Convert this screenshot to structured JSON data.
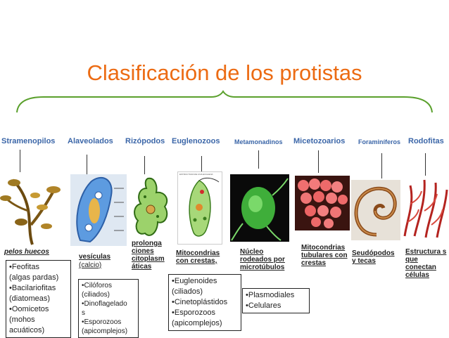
{
  "title": "Clasificación de los protistas",
  "groups": [
    {
      "name": "Stramenopilos"
    },
    {
      "name": "Alaveolados"
    },
    {
      "name": "Rizópodos"
    },
    {
      "name": "Euglenozoos"
    },
    {
      "name": "Metamonadinos"
    },
    {
      "name": "Micetozoarios"
    },
    {
      "name": "Foraminíferos"
    },
    {
      "name": "Rodofitas"
    }
  ],
  "image_caption": "ESTRUCTURA DE UNA EUGLENA",
  "labels": {
    "stramenopilos": "pelos huecos",
    "alaveolados_1": "vesículas",
    "alaveolados_2": "(calcio)",
    "rizopodos": "prolonga ciones citoplasm áticas",
    "euglenozoos": "Mitocondrias con crestas,",
    "metamonadinos": "Núcleo rodeados por microtúbulos",
    "micetozoarios": "Mitocondrias tubulares con crestas",
    "foraminiferos": "Seudópodos y tecas",
    "rodofitas": "Estructura s que conectan células"
  },
  "boxes": {
    "stramenopilos": [
      "•Feofitas",
      "(algas pardas)",
      "•Bacilariofitas",
      "(diatomeas)",
      "•Oomicetos",
      "(mohos",
      "acuáticos)"
    ],
    "alaveolados": [
      "•Cilóforos",
      "(ciliados)",
      "•Dinoflagelado",
      "s",
      "•Esporozoos",
      "(apicomplejos)"
    ],
    "euglenozoos": [
      "•Euglenoides",
      "(ciliados)",
      "•Cinetoplástidos",
      "•Esporozoos",
      "(apicomplejos)"
    ],
    "metamonadinos": [
      "•Plasmodiales",
      "•Celulares"
    ]
  },
  "colors": {
    "title": "#ec6b13",
    "brace": "#5aa02c",
    "group_label": "#3b66a8"
  }
}
